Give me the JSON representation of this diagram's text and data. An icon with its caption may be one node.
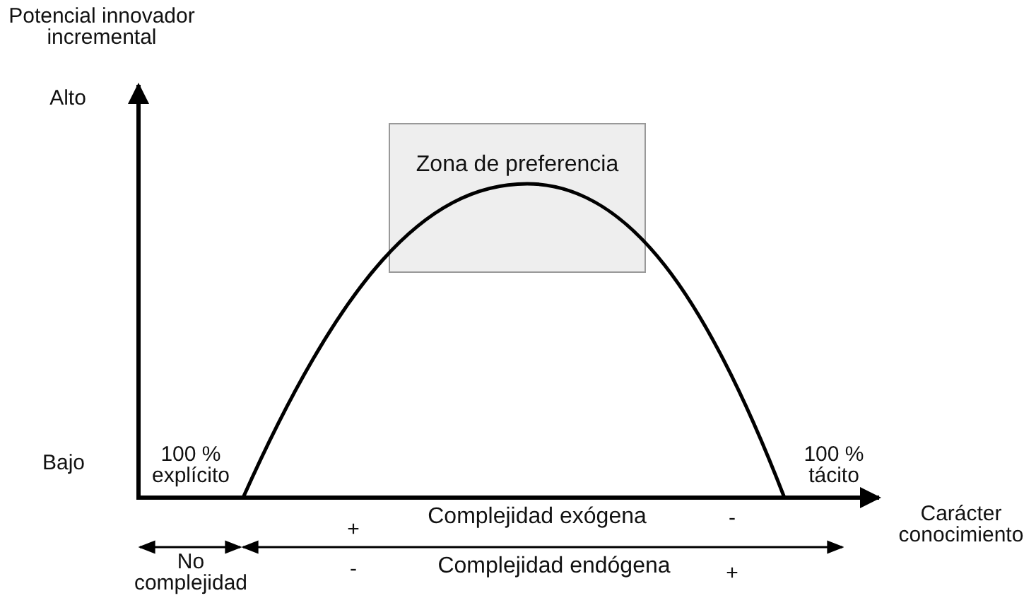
{
  "diagram": {
    "nodes": [
      {
        "text": [
          "Zona de preferencia"
        ]
      }
    ],
    "labels": [
      "Potencial innovador incremental",
      "Alto",
      "Bajo",
      "100 % explícito",
      "100 % tácito",
      "Carácter conocimiento",
      "Complejidad exógena",
      "+",
      "-",
      "No complejidad",
      "-",
      "Complejidad endógena",
      "+"
    ]
  }
}
